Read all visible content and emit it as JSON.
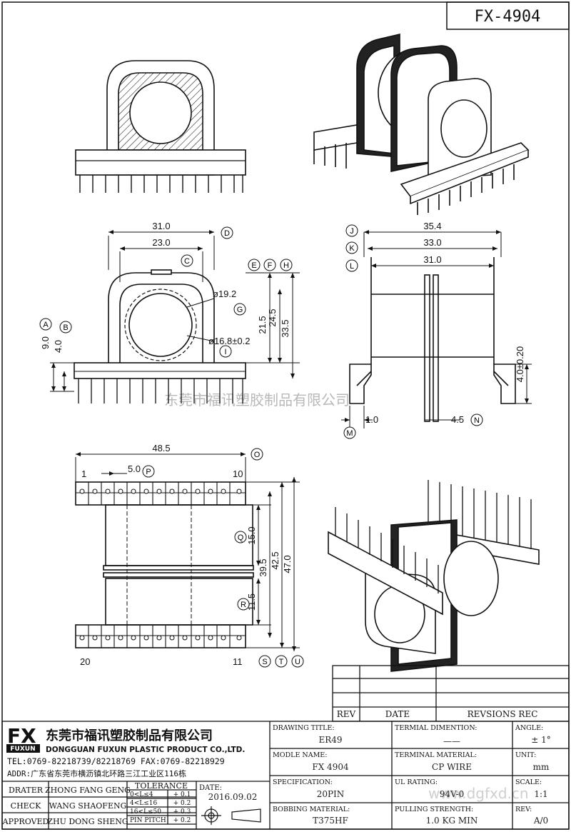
{
  "part_number": "FX-4904",
  "watermark": "东莞市福讯塑胶制品有限公司",
  "watermark_web": "www.dgfxd.cn",
  "front_view": {
    "dims": {
      "w_outer": "31.0",
      "w_inner": "23.0",
      "d_outer": "ø19.2",
      "d_inner": "ø16.8±0.2",
      "h1": "21.5",
      "h2": "24.5",
      "h3": "33.5",
      "a": "9.0",
      "b": "4.0"
    },
    "balloons": {
      "A": "A",
      "B": "B",
      "C": "C",
      "D": "D",
      "E": "E",
      "F": "F",
      "G": "G",
      "H": "H",
      "I": "I"
    }
  },
  "side_view": {
    "dims": {
      "w1": "35.4",
      "w2": "33.0",
      "w3": "31.0",
      "h": "4.0±0.20",
      "t": "1.0",
      "p": "4.5"
    },
    "balloons": {
      "J": "J",
      "K": "K",
      "L": "L",
      "M": "M",
      "N": "N"
    }
  },
  "bottom_view": {
    "dims": {
      "w": "48.5",
      "pitch": "5.0",
      "h1": "15.0",
      "h2": "11.5",
      "h3": "39.5",
      "h4": "42.5",
      "h5": "47.0"
    },
    "pins": {
      "p1": "1",
      "p10": "10",
      "p11": "11",
      "p20": "20"
    },
    "balloons": {
      "O": "O",
      "P": "P",
      "Q": "Q",
      "R": "R",
      "S": "S",
      "T": "T",
      "U": "U"
    }
  },
  "revision_table": {
    "col_rev": "REV",
    "col_date": "DATE",
    "col_rec": "REVSIONS REC"
  },
  "company": {
    "logo": "FX",
    "logo_sub": "FUXUN",
    "name_cn": "东莞市福讯塑胶制品有限公司",
    "name_en": "DONGGUAN FUXUN PLASTIC PRODUCT CO.,LTD.",
    "tel": "TEL:0769-82218739/82218769 FAX:0769-82218929",
    "addr": "ADDR:广东省东莞市横沥镇北环路三江工业区116栋"
  },
  "signoff": [
    {
      "role": "DRATER",
      "name": "ZHONG FANG GENG"
    },
    {
      "role": "CHECK",
      "name": "WANG SHAOFENG"
    },
    {
      "role": "APPROVED",
      "name": "ZHU DONG SHENG"
    }
  ],
  "tolerance": {
    "title": "TOLERANCE",
    "rows": [
      {
        "range": "0<L≤4",
        "val": "+ 0.1"
      },
      {
        "range": "4<L≤16",
        "val": "+ 0.2"
      },
      {
        "range": "16<L≤50",
        "val": "+ 0.3"
      },
      {
        "range": "PIN PITCH",
        "val": "+ 0.2"
      }
    ]
  },
  "date_label": "DATE:",
  "date_value": "2016.09.02",
  "fields": {
    "drawing_title_label": "DRAWING TITLE:",
    "drawing_title": "ER49",
    "model_label": "MODLE NAME:",
    "model": "FX 4904",
    "spec_label": "SPECIFICATION:",
    "spec": "20PIN",
    "bobbin_label": "BOBBING MATERIAL:",
    "bobbin": "T375HF",
    "term_dim_label": "TERMIAL DIMENTION:",
    "term_dim": "——",
    "term_mat_label": "TERMINAL MATERIAL:",
    "term_mat": "CP WIRE",
    "ul_label": "UL RATING:",
    "ul": "94V-0",
    "pull_label": "PULLING STRENGTH:",
    "pull": "1.0 KG MIN",
    "angle_label": "ANGLE:",
    "angle": "± 1°",
    "unit_label": "UNIT:",
    "unit": "mm",
    "scale_label": "SCALE:",
    "scale": "1:1",
    "rev_label": "REV:",
    "rev": "A/0"
  }
}
